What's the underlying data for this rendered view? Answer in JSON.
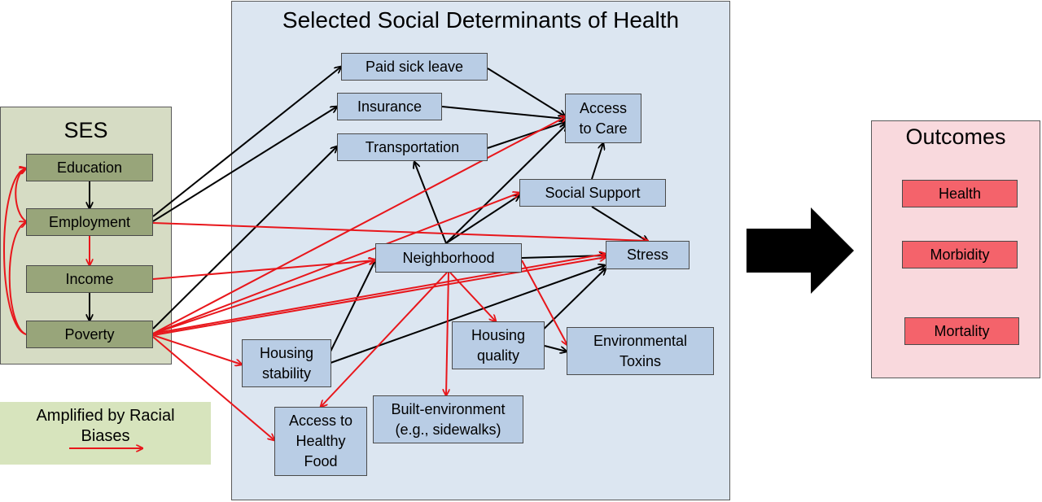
{
  "sdoh_panel": {
    "title": "Selected Social Determinants of Health"
  },
  "ses_panel": {
    "title": "SES",
    "items": [
      "Education",
      "Employment",
      "Income",
      "Poverty"
    ]
  },
  "determinants": {
    "paid_sick_leave": "Paid sick leave",
    "insurance": "Insurance",
    "transportation": "Transportation",
    "access_to_care": [
      "Access",
      "to Care"
    ],
    "social_support": "Social Support",
    "neighborhood": "Neighborhood",
    "stress": "Stress",
    "housing_stability": [
      "Housing",
      "stability"
    ],
    "housing_quality": [
      "Housing",
      "quality"
    ],
    "environmental_toxins": [
      "Environmental",
      "Toxins"
    ],
    "built_environment": [
      "Built-environment",
      "(e.g., sidewalks)"
    ],
    "access_to_healthy_food": [
      "Access to",
      "Healthy",
      "Food"
    ]
  },
  "outcomes_panel": {
    "title": "Outcomes",
    "items": [
      "Health",
      "Morbidity",
      "Mortality"
    ]
  },
  "legend": {
    "text": [
      "Amplified by Racial",
      "Biases"
    ]
  },
  "colors": {
    "ses_box": "#98a57a",
    "determinant_box": "#b9cde5",
    "outcome_box": "#f4636b",
    "amplified_arrow": "#e8161b",
    "causal_arrow": "#000000"
  }
}
